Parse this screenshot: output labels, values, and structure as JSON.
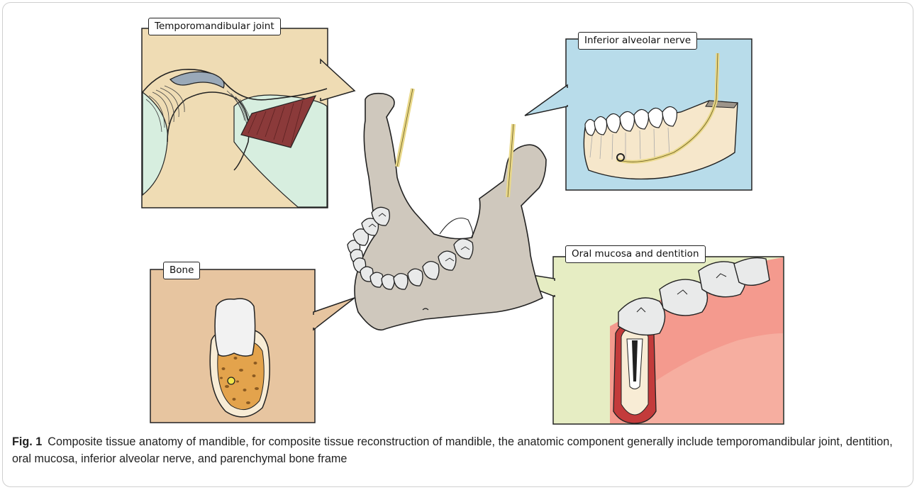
{
  "panels": {
    "tmj": "Temporomandibular joint",
    "nerve": "Inferior alveolar nerve",
    "bone": "Bone",
    "mucosa": "Oral mucosa and dentition"
  },
  "caption": {
    "label": "Fig. 1",
    "text": "Composite tissue anatomy of mandible, for composite tissue reconstruction of mandible, the anatomic component generally include temporomandibular joint, dentition, oral mucosa, inferior alveolar nerve, and parenchymal bone frame"
  },
  "colors": {
    "tmj_bg": "#efdcb4",
    "tmj_soft": "#d7eedf",
    "nerve_bg": "#b8dcea",
    "bone_bg": "#e7c5a0",
    "mucosa_bg": "#e6edc3",
    "mandible": "#cfc8bd",
    "nerve": "#e9d889",
    "muscle": "#8b3a3a",
    "gum": "#f49a8e",
    "marrow": "#e3a34c"
  }
}
